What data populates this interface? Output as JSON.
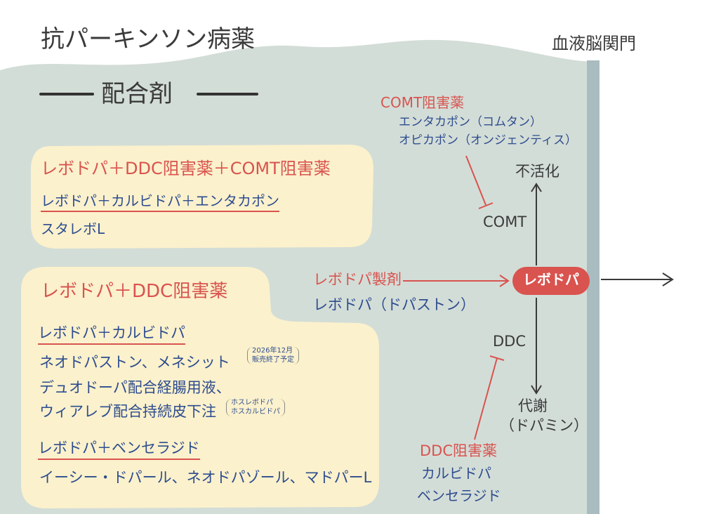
{
  "title": {
    "main": "抗パーキンソン病薬",
    "sub": "配合剤"
  },
  "bbb_label": "血液脳関門",
  "box_triple": {
    "heading": "レボドパ＋DDC阻害薬＋COMT阻害薬",
    "generic": "レボドパ＋カルビドパ＋エンタカポン",
    "brand": "スタレボL"
  },
  "box_double": {
    "heading": "レボドパ＋DDC阻害薬",
    "group1_generic": "レボドパ＋カルビドパ",
    "group1_brand_line1": "ネオドパストン、メネシット",
    "group1_note1_line1": "2026年12月",
    "group1_note1_line2": "販売終了予定",
    "group1_brand_line2": "デュオドーパ配合経腸用液、",
    "group1_brand_line3": "ウィアレブ配合持続皮下注",
    "group1_note2_line1": "ホスレボドパ",
    "group1_note2_line2": "ホスカルビドパ",
    "group2_generic": "レボドパ＋ベンセラジド",
    "group2_brand": "イーシー・ドパール、ネオドパゾール、マドパーL"
  },
  "diagram": {
    "comt_inhibitor_label": "COMT阻害薬",
    "comt_inhibitor_drug1": "エンタカポン（コムタン）",
    "comt_inhibitor_drug2": "オピカポン（オンジェンティス）",
    "inactivation": "不活化",
    "comt": "COMT",
    "levodopa_prep_label": "レボドパ製剤",
    "levodopa_prep_drug": "レボドパ（ドパストン）",
    "levodopa": "レボドパ",
    "ddc": "DDC",
    "metabolism_line1": "代謝",
    "metabolism_line2": "（ドパミン）",
    "ddc_inhibitor_label": "DDC阻害薬",
    "ddc_inhibitor_drug1": "カルビドパ",
    "ddc_inhibitor_drug2": "ベンセラジド"
  },
  "colors": {
    "background_panel": "#d3ddd7",
    "bbb_band": "#a9bcc0",
    "highlight_box": "#fbf1cc",
    "red": "#d9534f",
    "blue": "#2e4d8f",
    "pill": "#d9534f"
  }
}
